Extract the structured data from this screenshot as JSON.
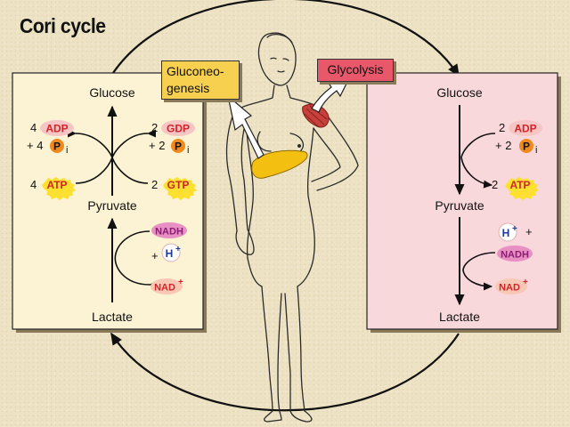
{
  "title": "Cori cycle",
  "labels": {
    "gluconeogenesis_line1": "Gluconeo-",
    "gluconeogenesis_line2": "genesis",
    "glycolysis": "Glycolysis"
  },
  "left_panel": {
    "top": "Glucose",
    "middle": "Pyruvate",
    "bottom": "Lactate",
    "adp_coef": "4",
    "adp": "ADP",
    "pi_coef": "+ 4",
    "p": "P",
    "pi_sub": "i",
    "atp_coef": "4",
    "atp": "ATP",
    "gdp_coef": "2",
    "gdp": "GDP",
    "pi2_coef": "+ 2",
    "gtp_coef": "2",
    "gtp": "GTP",
    "nadh": "NADH",
    "h_plus_prefix": "+",
    "h": "H",
    "plus": "+",
    "nad": "NAD"
  },
  "right_panel": {
    "top": "Glucose",
    "middle": "Pyruvate",
    "bottom": "Lactate",
    "adp_coef": "2",
    "adp": "ADP",
    "pi_coef": "+ 2",
    "p": "P",
    "pi_sub": "i",
    "atp_coef": "2",
    "atp": "ATP",
    "h": "H",
    "plus": "+",
    "h_plus_suffix": "+",
    "nadh": "NADH",
    "nad": "NAD"
  },
  "colors": {
    "left_panel_bg": "#fbf3d4",
    "right_panel_bg": "#f9d8dc",
    "adp_fill": "#f6c6c4",
    "adp_text": "#d2232a",
    "atp_fill": "#fde030",
    "p_fill": "#f08a1e",
    "nadh_fill": "#e890c4",
    "nadh_text": "#8c1b74",
    "nad_fill": "#f8c8b4",
    "h_fill": "#ffffff",
    "h_text": "#1a3a9e",
    "liver": "#f3c012",
    "muscle": "#c8403c",
    "gluconeogenesis_box": "#f7d04f",
    "glycolysis_box": "#e8586a"
  }
}
